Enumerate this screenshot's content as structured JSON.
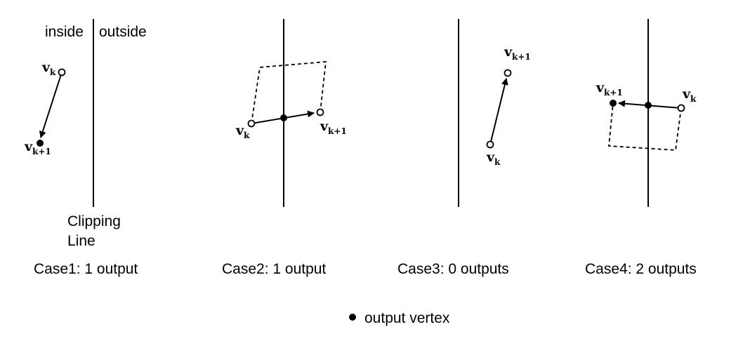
{
  "labels": {
    "inside": "inside",
    "outside": "outside",
    "clipping_line_1": "Clipping",
    "clipping_line_2": "Line"
  },
  "vertex": {
    "main": "v",
    "sub_k": "k",
    "sub_k1": "k+1"
  },
  "cases": [
    {
      "caption": "Case1: 1 output"
    },
    {
      "caption": "Case2: 1 output"
    },
    {
      "caption": "Case3: 0 outputs"
    },
    {
      "caption": "Case4: 2 outputs"
    }
  ],
  "legend": {
    "text": "output vertex"
  }
}
